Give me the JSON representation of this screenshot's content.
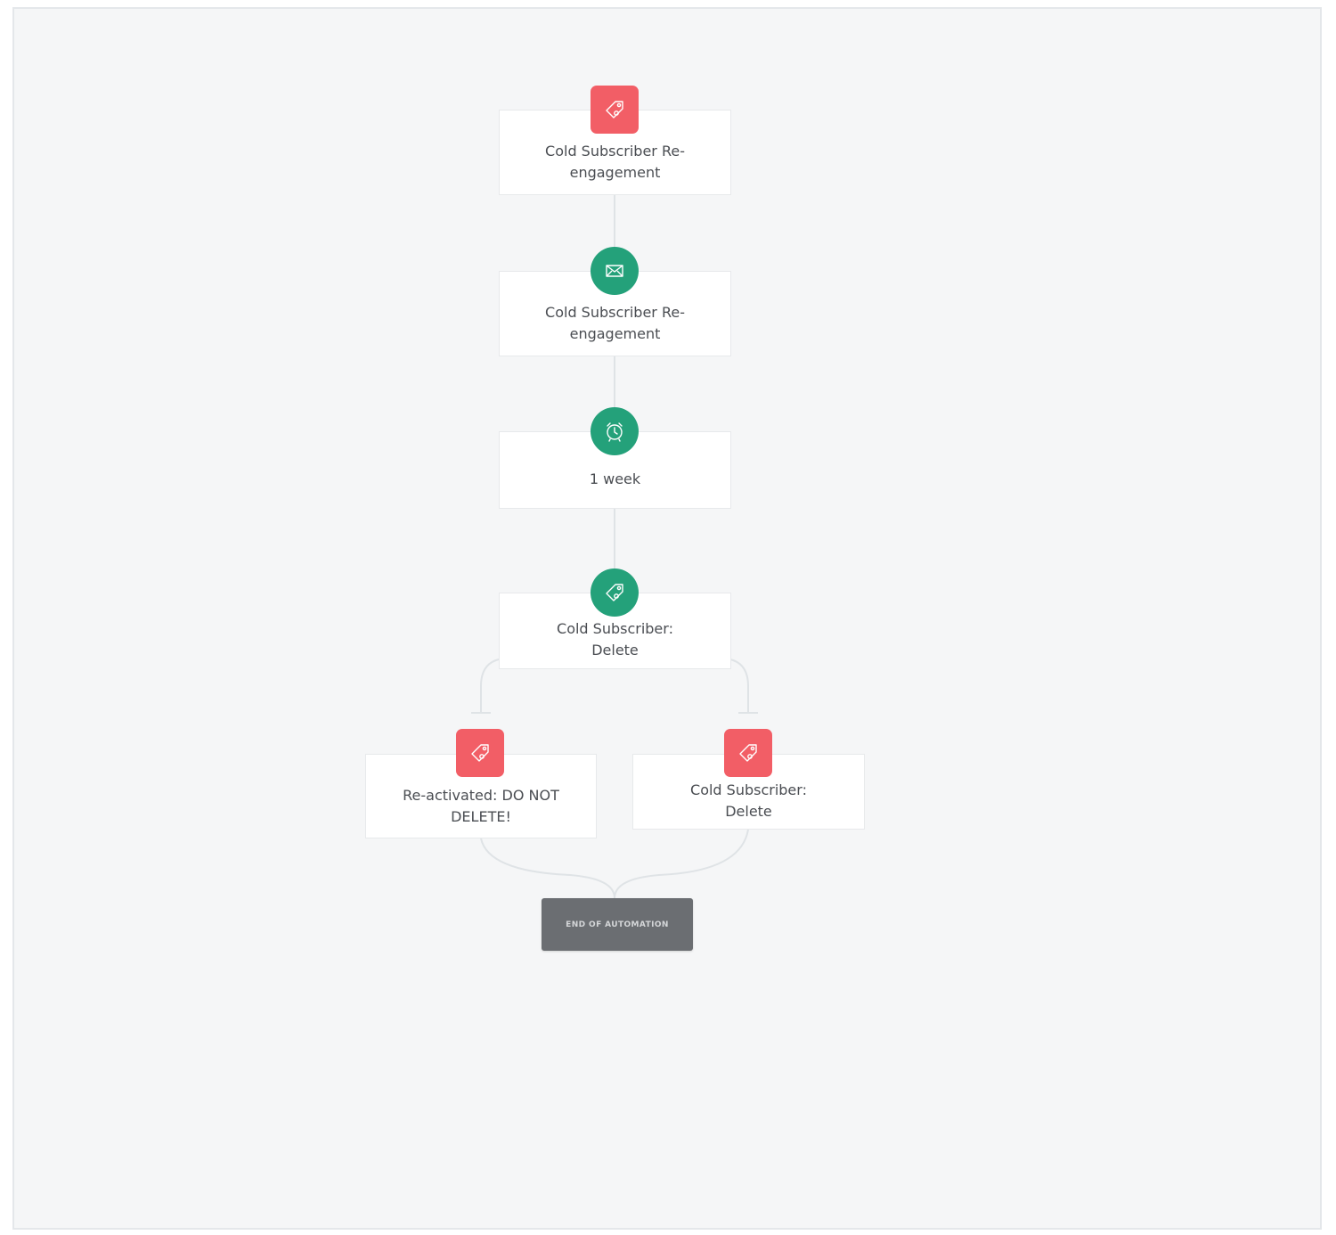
{
  "colors": {
    "canvas_bg": "#f5f6f7",
    "card_bg": "#ffffff",
    "action_red": "#f25e66",
    "step_green": "#24a17a",
    "end_gray": "#6b6e72",
    "connector": "#dfe3e6"
  },
  "workflow": {
    "nodes": [
      {
        "id": "start-trigger",
        "icon": "tag-icon",
        "shape": "square",
        "label": "Cold Subscriber Re-\nengagement"
      },
      {
        "id": "send-email",
        "icon": "envelope-icon",
        "shape": "circle",
        "label": "Cold Subscriber Re-\nengagement"
      },
      {
        "id": "wait",
        "icon": "alarm-clock-icon",
        "shape": "circle",
        "label": "1 week"
      },
      {
        "id": "condition",
        "icon": "tag-icon",
        "shape": "circle",
        "label": "Cold Subscriber: Delete"
      },
      {
        "id": "branch-yes",
        "icon": "tag-icon",
        "shape": "square",
        "label": "Re-activated: DO NOT\nDELETE!"
      },
      {
        "id": "branch-no",
        "icon": "tag-icon",
        "shape": "square",
        "label": "Cold Subscriber: Delete"
      }
    ],
    "end_label": "END OF AUTOMATION"
  }
}
